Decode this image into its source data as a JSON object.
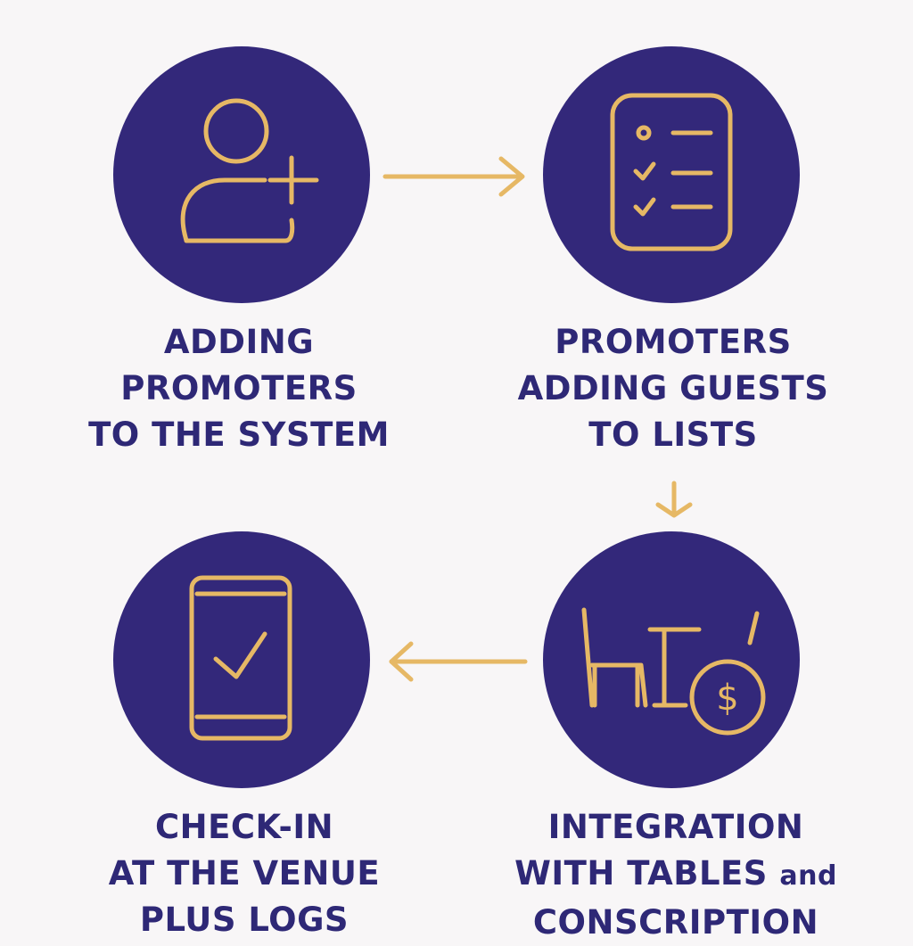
{
  "colors": {
    "background": "#f8f6f7",
    "circle": "#33287a",
    "accent_gold": "#e6b865",
    "label_text": "#2e2876"
  },
  "steps": [
    {
      "icon": "add-user-icon",
      "lines": [
        "ADDING",
        "PROMOTERS",
        "TO THE SYSTEM"
      ]
    },
    {
      "icon": "checklist-icon",
      "lines": [
        "PROMOTERS",
        "ADDING GUESTS",
        "TO LISTS"
      ]
    },
    {
      "icon": "table-chair-dollar-icon",
      "lines": [
        "INTEGRATION",
        "WITH TABLES",
        "and",
        "CONSCRIPTION"
      ]
    },
    {
      "icon": "phone-check-icon",
      "lines": [
        "CHECK-IN",
        "AT THE VENUE",
        "PLUS LOGS"
      ]
    }
  ],
  "arrows": [
    "arrow-right-icon",
    "arrow-down-icon",
    "arrow-left-icon"
  ]
}
